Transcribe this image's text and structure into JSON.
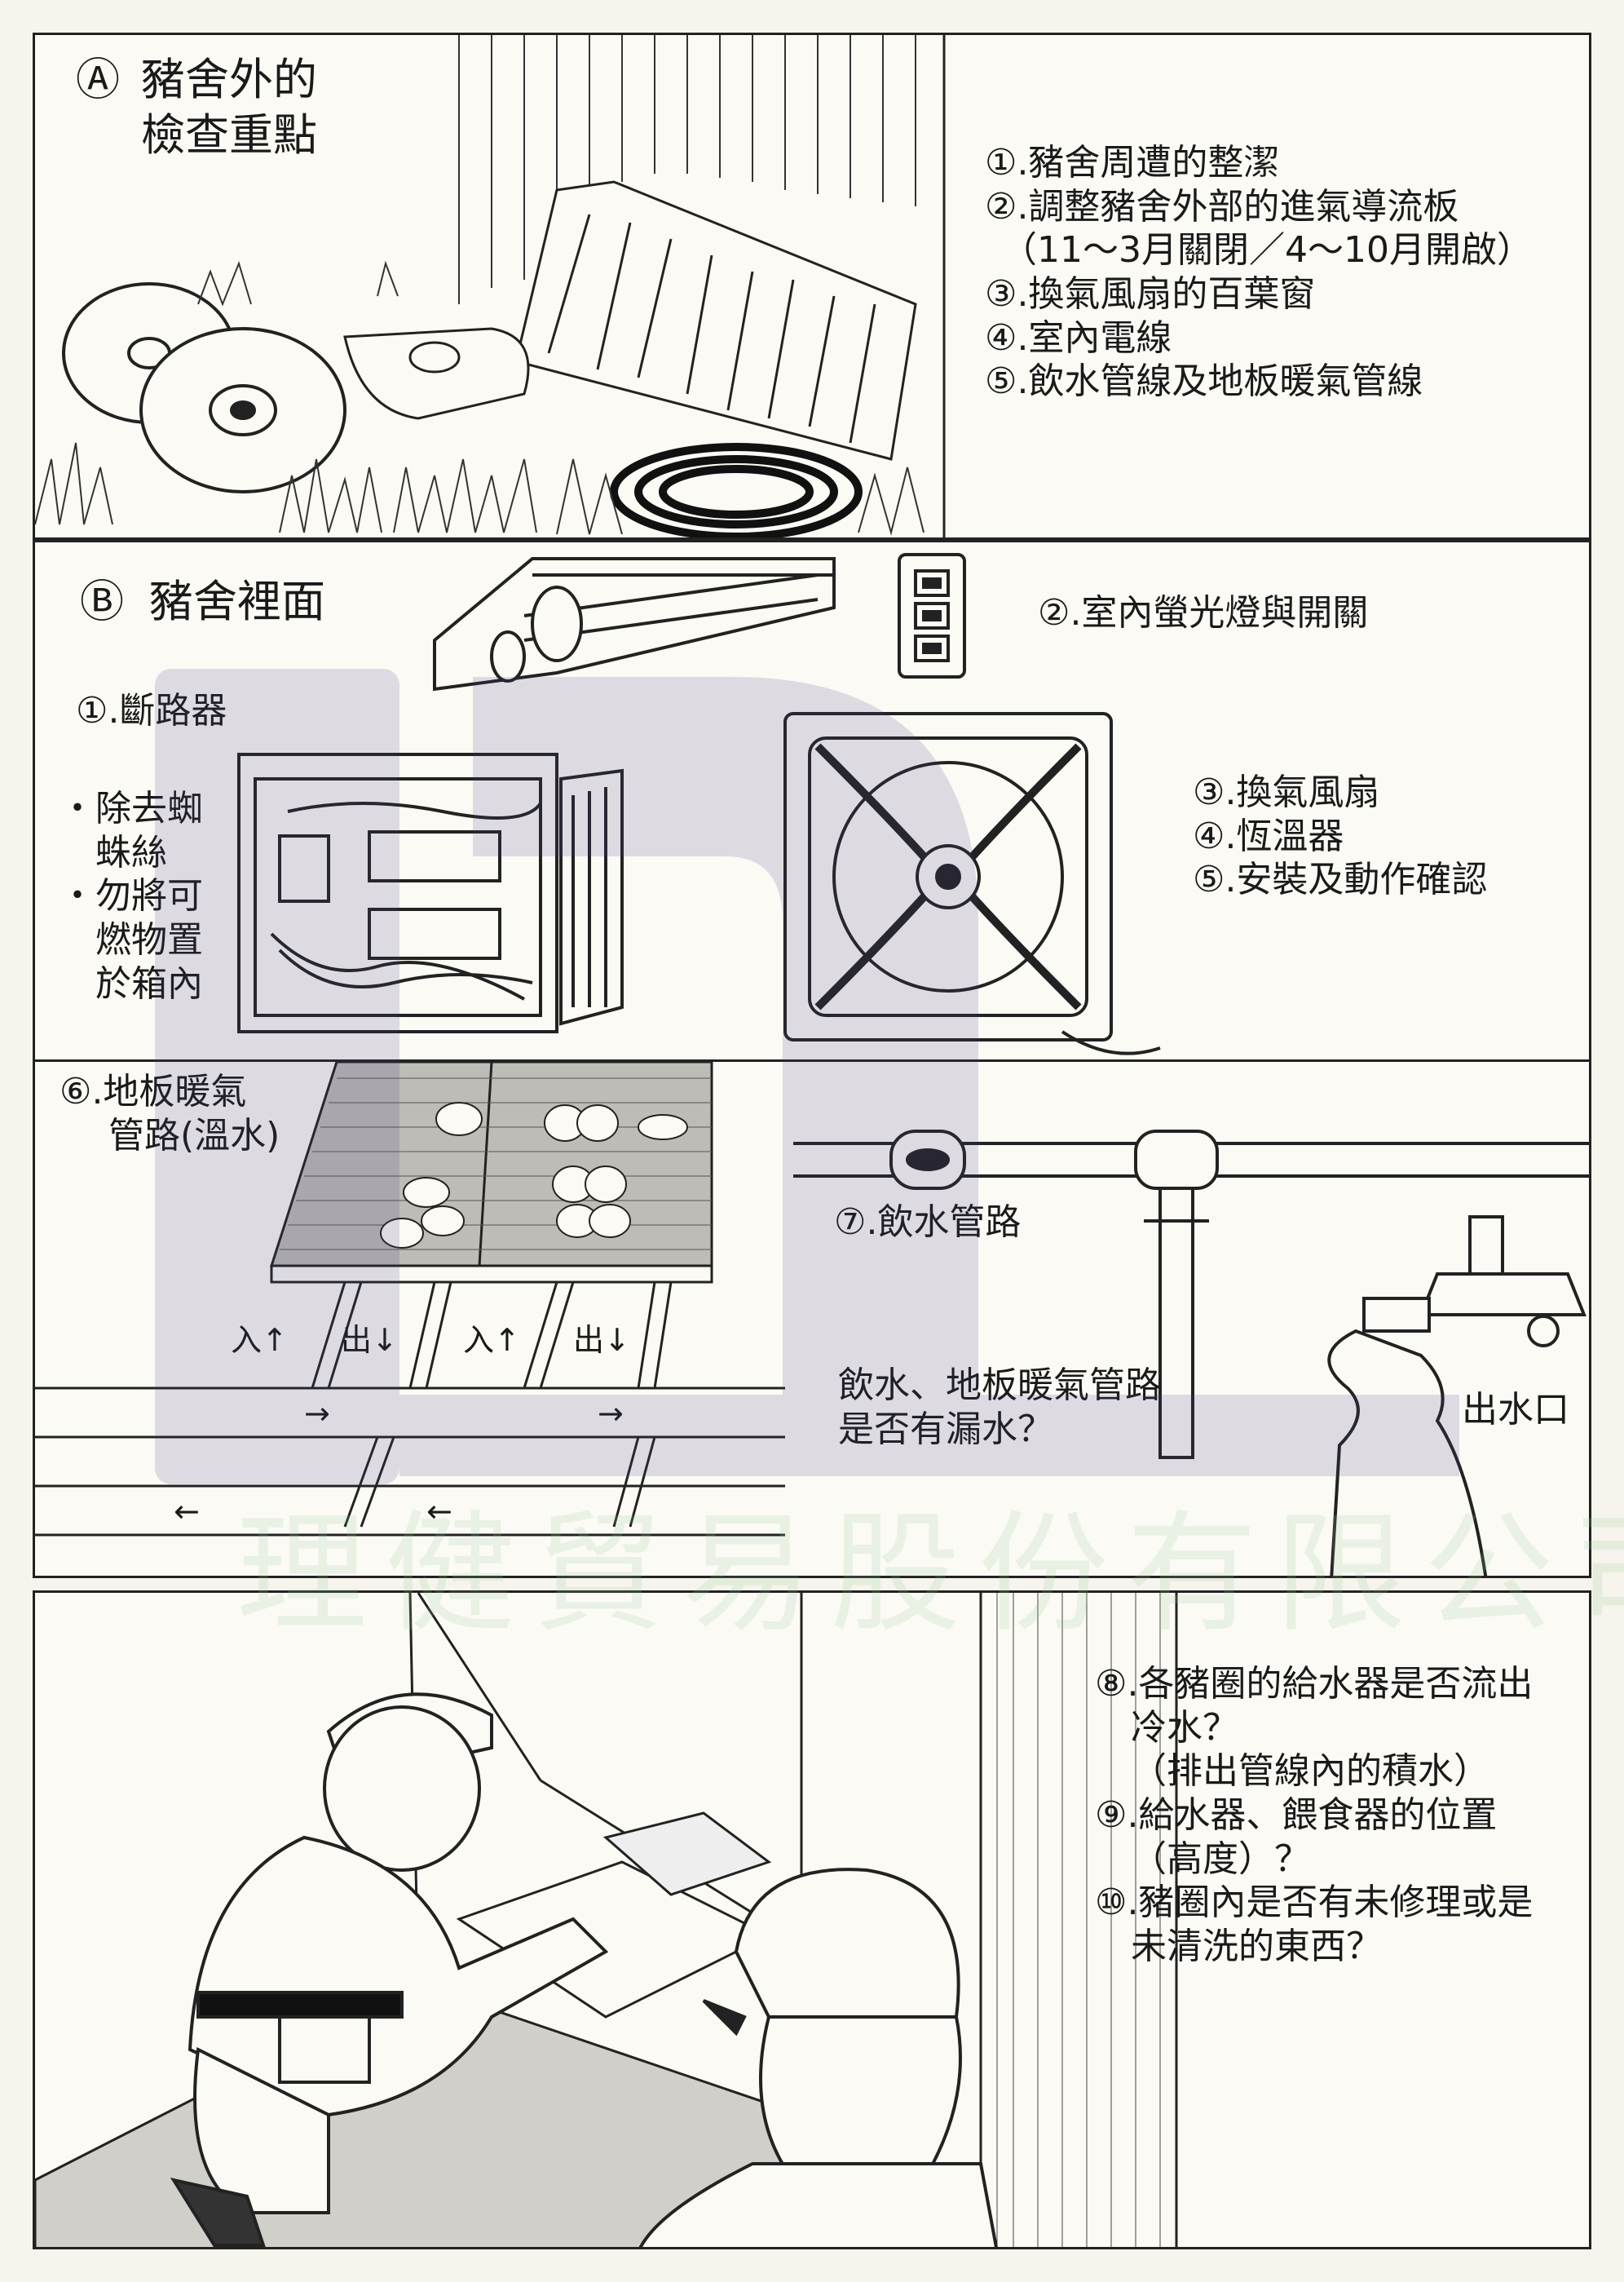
{
  "panel_a": {
    "marker": "Ⓐ",
    "title_line1": "豬舍外的",
    "title_line2": "檢查重點",
    "items": [
      "①.豬舍周遭的整潔",
      "②.調整豬舍外部的進氣導流板",
      "（11～3月關閉／4～10月開啟）",
      "③.換氣風扇的百葉窗",
      "④.室內電線",
      "⑤.飲水管線及地板暖氣管線"
    ]
  },
  "panel_b": {
    "marker": "Ⓑ",
    "title": "豬舍裡面",
    "breaker": "①.斷路器",
    "bullets": [
      "・除去蜘",
      "蛛絲",
      "・勿將可",
      "燃物置",
      "於箱內"
    ],
    "light": "②.室內螢光燈與開關",
    "fan_items": [
      "③.換氣風扇",
      "④.恆溫器",
      "⑤.安裝及動作確認"
    ]
  },
  "panel_c": {
    "floor_heating": [
      "⑥.地板暖氣",
      "管路(溫水)"
    ],
    "pipe_labels": [
      "入↑",
      "出↓",
      "入↑",
      "出↓"
    ],
    "water_line": "⑦.飲水管路",
    "leak_question": [
      "飲水、地板暖氣管路",
      "是否有漏水？"
    ],
    "outlet": "出水口",
    "arrows": [
      "→",
      "→",
      "←",
      "←"
    ]
  },
  "panel_d": {
    "items": [
      "⑧.各豬圈的給水器是否流出",
      "冷水？",
      "（排出管線內的積水）",
      "⑨.給水器、餵食器的位置",
      "（高度）？",
      "⑩.豬圈內是否有未修理或是",
      "未清洗的東西？"
    ]
  },
  "watermark": "理健貿易股份有限公司"
}
